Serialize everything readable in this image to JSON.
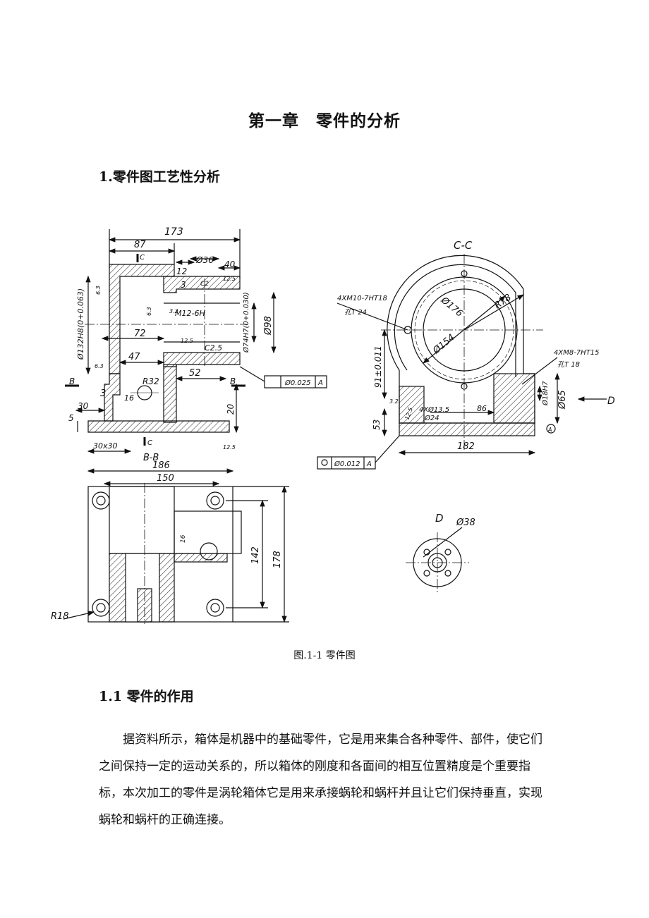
{
  "chapter_title": "第一章　零件的分析",
  "section_1": "1.零件图工艺性分析",
  "figure": {
    "caption": "图.1-1 零件图",
    "labels": {
      "d173": "173",
      "d87": "87",
      "d36": "Ø36",
      "d40": "40",
      "d12": "12",
      "d3a": "3",
      "c2": "C2",
      "m12": "M12-6H",
      "d72": "72",
      "d47": "47",
      "c25": "C2.5",
      "d52": "52",
      "r32": "R32",
      "d16": "16",
      "d3b": "3",
      "d30": "30",
      "d5": "5",
      "d20": "20",
      "d30x30": "30x30",
      "tol132": "Ø132H8(0+0.063)",
      "tol74": "Ø74H7(0+0.030)",
      "d98": "Ø98",
      "tol025": "Ø0.025",
      "datumA": "A",
      "secB_left": "B",
      "secB_right": "B",
      "c_top": "C",
      "c_bot": "C",
      "bb": "B-B",
      "r63a": "6.3",
      "r63b": "6.3",
      "r63c": "6.3",
      "r32s": "3.2",
      "r125a": "12.5",
      "r125b": "12.5",
      "r125c": "12.5",
      "cc": "C-C",
      "m10": "4XM10-7HT18",
      "kong24": "孔T 24",
      "d176": "Ø176",
      "r78": "R78",
      "d154": "Ø154",
      "m8": "4XM8-7HT15",
      "kong18": "孔T 18",
      "d91": "91±0.011",
      "d18h7": "Ø18H7",
      "d65": "Ø65",
      "d_arrow": "D",
      "d135": "4XØ13.5",
      "d24": "Ø24",
      "d86": "86",
      "d53": "53",
      "d182": "182",
      "tol012": "Ø0.012",
      "datumA2": "A",
      "datumA3": "A",
      "r32r": "3.2",
      "r125r": "12.5",
      "d186": "186",
      "d150": "150",
      "d142": "142",
      "d178": "178",
      "r18": "R18",
      "d16b": "16",
      "viewD": "D",
      "d38": "Ø38"
    }
  },
  "section_2": "1.1 零件的作用",
  "paragraph": "据资料所示，箱体是机器中的基础零件，它是用来集合各种零件、部件，使它们之间保持一定的运动关系的，所以箱体的刚度和各面间的相互位置精度是个重要指标，本次加工的零件是涡轮箱体它是用来承接蜗轮和蜗杆并且让它们保持垂直，实现蜗轮和蜗杆的正确连接。"
}
